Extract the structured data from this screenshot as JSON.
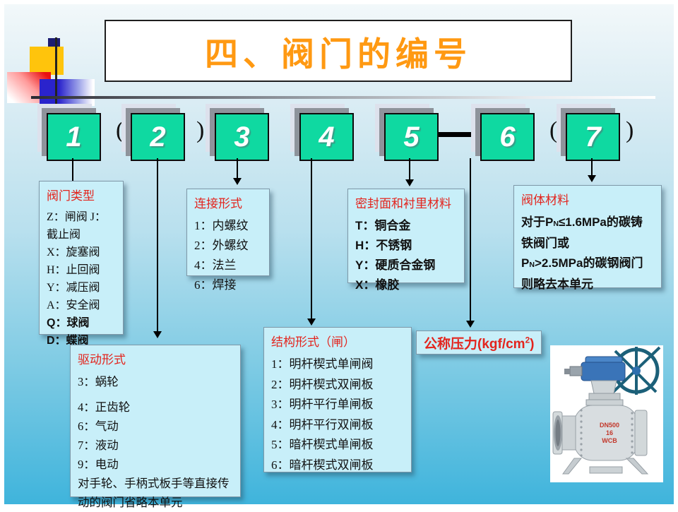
{
  "title": "四、阀门的编号",
  "code_row": {
    "numbers": [
      "1",
      "2",
      "3",
      "4",
      "5",
      "6",
      "7"
    ],
    "paren_open": "(",
    "paren_close": ")"
  },
  "info_boxes": {
    "valve_type": {
      "header": "阀门类型",
      "items": [
        "Z：闸阀 J：截止阀",
        "X：旋塞阀",
        "H：止回阀",
        "Y：减压阀",
        "A：安全阀",
        "Q：球阀",
        "D：蝶阀"
      ]
    },
    "connection": {
      "header": "连接形式",
      "items": [
        "1：内螺纹",
        "2：外螺纹",
        "4：法兰",
        "6：焊接"
      ]
    },
    "seal": {
      "header": "密封面和衬里材料",
      "items": [
        "T：铜合金",
        "H：不锈钢",
        "Y：硬质合金钢",
        "X：橡胶"
      ]
    },
    "body_material": {
      "header": "阀体材料",
      "p1": "对于P",
      "sub1": "N",
      "p2": "≤1.6MPa的碳铸铁阀门或",
      "p3": "P",
      "sub2": "N",
      "p4": ">2.5MPa的碳钢阀门则略去本单元"
    },
    "drive": {
      "header": "驱动形式",
      "items": [
        "3：蜗轮",
        "4：正齿轮",
        "6：气动",
        "7：液动",
        "9：电动"
      ],
      "note": "对手轮、手柄式板手等直接传动的阀门省略本单元"
    },
    "structure": {
      "header": "结构形式（闸）",
      "items": [
        "1：明杆楔式单闸阀",
        "2：明杆楔式双闸板",
        "3：明杆平行单闸板",
        "4：明杆平行双闸板",
        "5：暗杆楔式单闸板",
        "6：暗杆楔式双闸板"
      ]
    },
    "pressure": {
      "p1": "公称压力(kgf/cm",
      "sup": "2",
      "p2": ")"
    }
  },
  "photo": {
    "label_line1": "DN500",
    "label_line2": "16",
    "label_line3": "WCB"
  },
  "colors": {
    "code_box_green": "#0fd9a1",
    "header_red": "#e3241d",
    "title_orange": "#ff9912",
    "info_box_bg": "#c8eff9",
    "background_bottom": "#3fb4dc"
  }
}
